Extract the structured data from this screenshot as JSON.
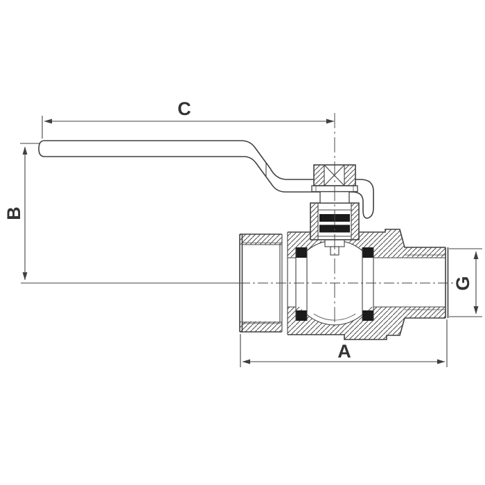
{
  "drawing": {
    "subject": "ball valve cross-section with lever handle, dimensioned technical drawing",
    "labels": {
      "c": "C",
      "b": "B",
      "a": "A",
      "g": "G"
    },
    "colors": {
      "line": "#3f3f3f",
      "seal_black": "#1b1b1b",
      "background": "#ffffff"
    }
  }
}
